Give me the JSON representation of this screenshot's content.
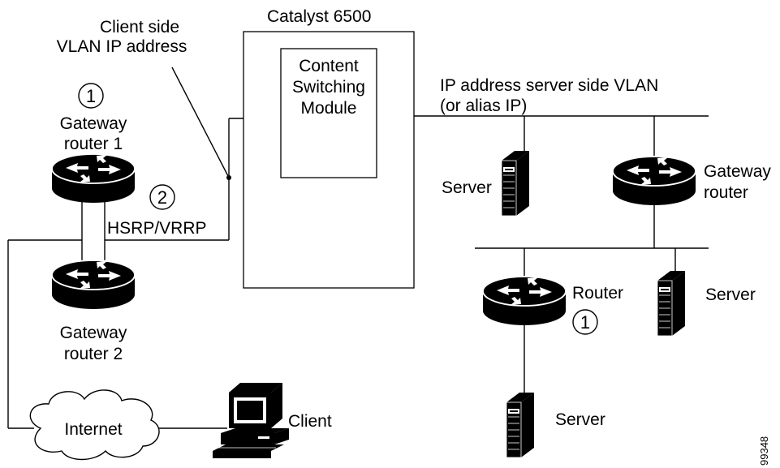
{
  "labels": {
    "client_side_vlan_line1": "Client side",
    "client_side_vlan_line2": "VLAN IP address",
    "catalyst": "Catalyst 6500",
    "csm_line1": "Content",
    "csm_line2": "Switching",
    "csm_line3": "Module",
    "server_vlan_line1": "IP address server side VLAN",
    "server_vlan_line2": "(or alias IP)",
    "gateway_router1_line1": "Gateway",
    "gateway_router1_line2": "router 1",
    "gateway_router2_line1": "Gateway",
    "gateway_router2_line2": "router 2",
    "hsrp": "HSRP/VRRP",
    "server_top": "Server",
    "gateway_router_line1": "Gateway",
    "gateway_router_line2": "router",
    "router": "Router",
    "server_right": "Server",
    "server_bottom": "Server",
    "internet": "Internet",
    "client": "Client",
    "figure_id": "99348"
  },
  "callouts": {
    "gw1": "1",
    "hsrp": "2",
    "router": "1"
  },
  "icons": {
    "router": "router-icon",
    "server": "server-icon",
    "workstation": "workstation-icon",
    "cloud": "cloud-icon"
  }
}
